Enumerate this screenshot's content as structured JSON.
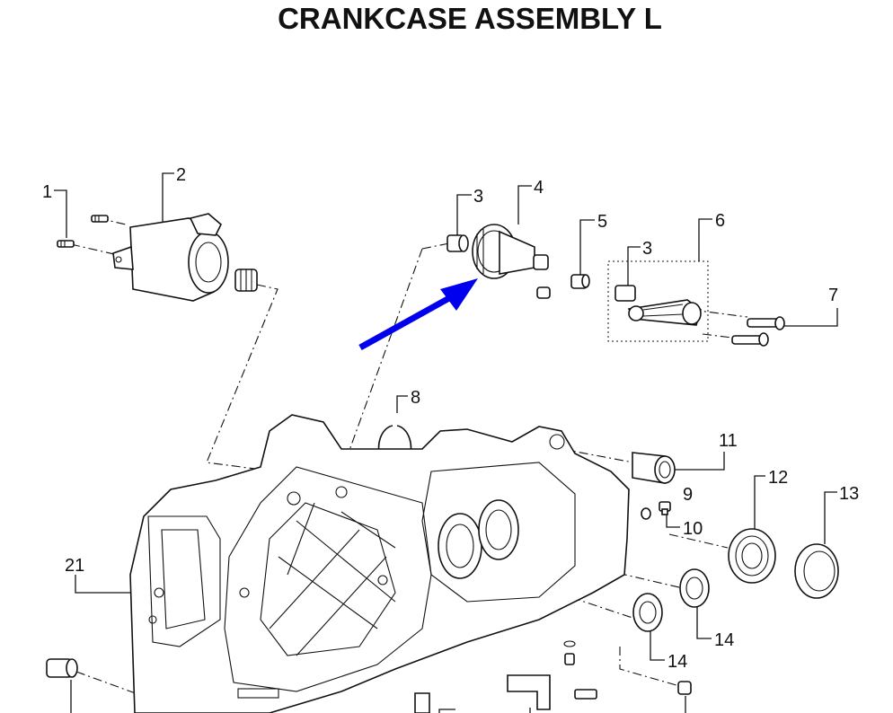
{
  "diagram": {
    "title": "CRANKCASE ASSEMBLY L",
    "callouts": {
      "c1": "1",
      "c2": "2",
      "c3a": "3",
      "c4": "4",
      "c5": "5",
      "c6": "6",
      "c3b": "3",
      "c7": "7",
      "c8": "8",
      "c9": "9",
      "c10": "10",
      "c11": "11",
      "c12": "12",
      "c13": "13",
      "c14a": "14",
      "c14b": "14",
      "c21": "21"
    },
    "highlight_color": "#0000ee"
  }
}
